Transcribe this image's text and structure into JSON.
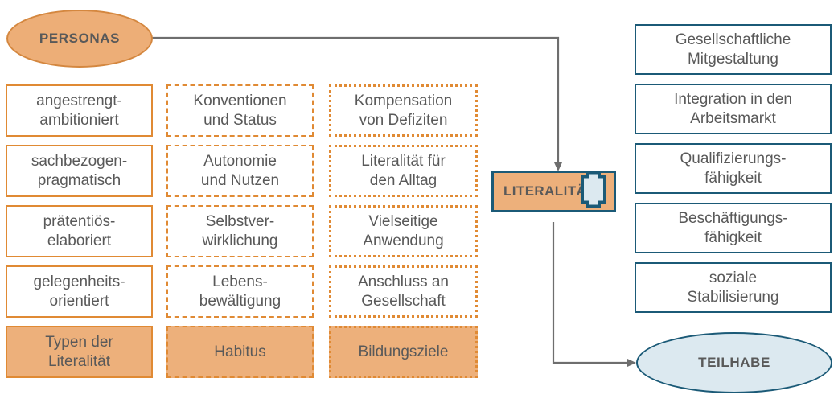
{
  "diagram": {
    "title_nodes": {
      "personas": "PERSONAS",
      "literalitaet": "LITERALITÄT",
      "teilhabe": "TEILHABE"
    },
    "colors": {
      "orange_border": "#E08A34",
      "orange_fill": "#EDB07B",
      "personas_fill": "#EDAE77",
      "blue_border": "#1B5A77",
      "teilhabe_fill": "#DCE9F0",
      "text": "#595959",
      "connector": "#6E6E6E"
    },
    "columns": [
      {
        "key": "typen_der_literalitaet",
        "border_style": "solid",
        "items": [
          "angestrengt-\nambitioniert",
          "sachbezogen-\npragmatisch",
          "prätentiös-\nelaboriert",
          "gelegenheits-\norientiert"
        ],
        "summary": "Typen der\nLiteralität"
      },
      {
        "key": "habitus",
        "border_style": "dashed",
        "items": [
          "Konventionen\nund Status",
          "Autonomie\nund Nutzen",
          "Selbstver-\nwirklichung",
          "Lebens-\nbewältigung"
        ],
        "summary": "Habitus"
      },
      {
        "key": "bildungsziele",
        "border_style": "dotted",
        "items": [
          "Kompensation\nvon Defiziten",
          "Literalität für\nden Alltag",
          "Vielseitige\nAnwendung",
          "Anschluss an\nGesellschaft"
        ],
        "summary": "Bildungsziele"
      }
    ],
    "outcomes": [
      "Gesellschaftliche\nMitgestaltung",
      "Integration in den\nArbeitsmarkt",
      "Qualifizierungs-\nfähigkeit",
      "Beschäftigungs-\nfähigkeit",
      "soziale\nStabilisierung"
    ],
    "icons": {
      "literalitaet_icon": "book-icon"
    }
  }
}
